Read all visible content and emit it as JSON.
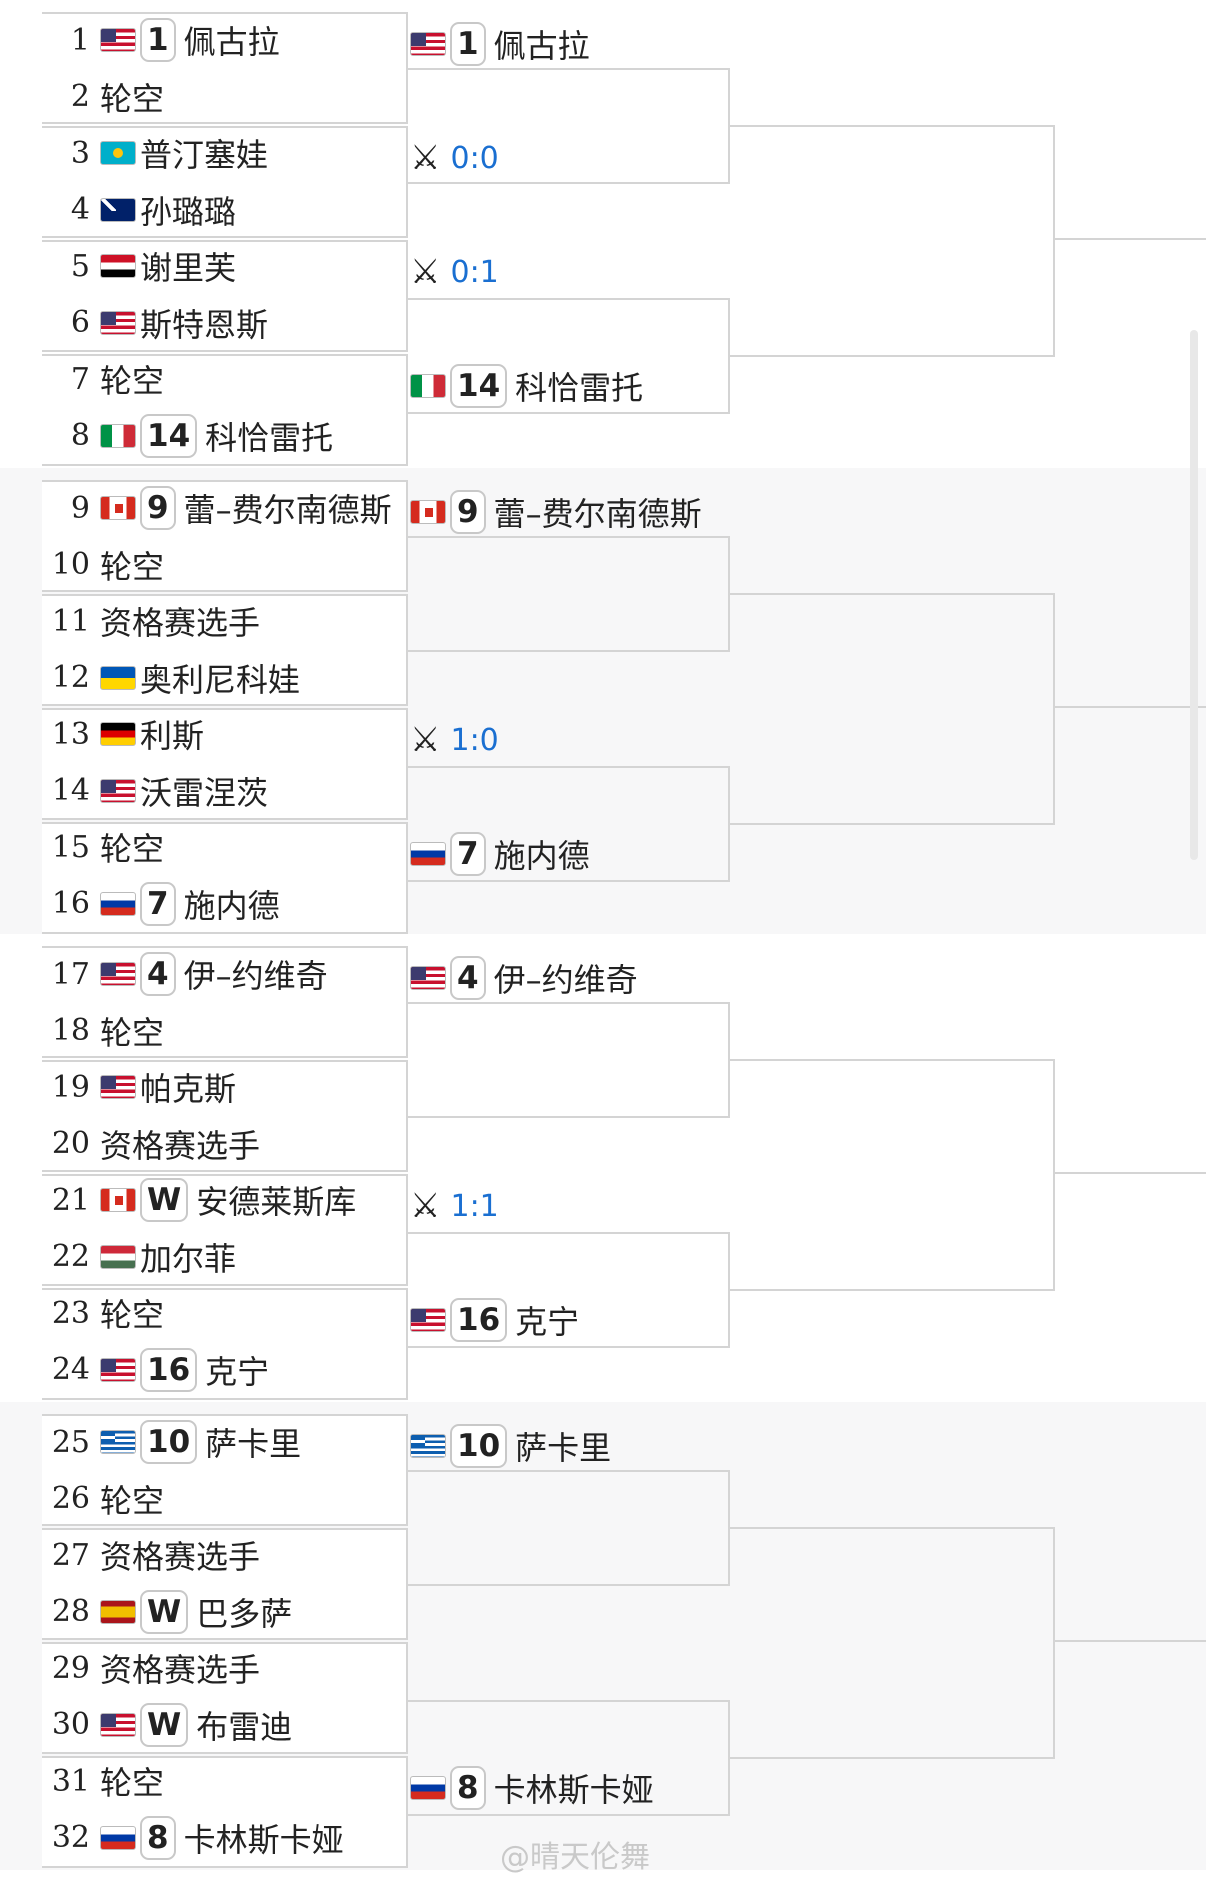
{
  "round1": [
    {
      "num": "1",
      "flag": "us",
      "seed": "1",
      "name": "佩古拉"
    },
    {
      "num": "2",
      "flag": "",
      "seed": "",
      "name": "轮空"
    },
    {
      "num": "3",
      "flag": "kz",
      "seed": "",
      "name": "普汀塞娃"
    },
    {
      "num": "4",
      "flag": "nz",
      "seed": "",
      "name": "孙璐璐"
    },
    {
      "num": "5",
      "flag": "eg",
      "seed": "",
      "name": "谢里芙"
    },
    {
      "num": "6",
      "flag": "us",
      "seed": "",
      "name": "斯特恩斯"
    },
    {
      "num": "7",
      "flag": "",
      "seed": "",
      "name": "轮空"
    },
    {
      "num": "8",
      "flag": "it",
      "seed": "14",
      "name": "科恰雷托"
    },
    {
      "num": "9",
      "flag": "ca",
      "seed": "9",
      "name": "蕾–费尔南德斯"
    },
    {
      "num": "10",
      "flag": "",
      "seed": "",
      "name": "轮空"
    },
    {
      "num": "11",
      "flag": "",
      "seed": "",
      "name": "资格赛选手"
    },
    {
      "num": "12",
      "flag": "ua",
      "seed": "",
      "name": "奥利尼科娃"
    },
    {
      "num": "13",
      "flag": "de",
      "seed": "",
      "name": "利斯"
    },
    {
      "num": "14",
      "flag": "us",
      "seed": "",
      "name": "沃雷涅茨"
    },
    {
      "num": "15",
      "flag": "",
      "seed": "",
      "name": "轮空"
    },
    {
      "num": "16",
      "flag": "ru",
      "seed": "7",
      "name": "施内德"
    },
    {
      "num": "17",
      "flag": "us",
      "seed": "4",
      "name": "伊–约维奇"
    },
    {
      "num": "18",
      "flag": "",
      "seed": "",
      "name": "轮空"
    },
    {
      "num": "19",
      "flag": "us",
      "seed": "",
      "name": "帕克斯"
    },
    {
      "num": "20",
      "flag": "",
      "seed": "",
      "name": "资格赛选手"
    },
    {
      "num": "21",
      "flag": "ca",
      "seed": "W",
      "name": "安德莱斯库"
    },
    {
      "num": "22",
      "flag": "hu",
      "seed": "",
      "name": "加尔菲"
    },
    {
      "num": "23",
      "flag": "",
      "seed": "",
      "name": "轮空"
    },
    {
      "num": "24",
      "flag": "us",
      "seed": "16",
      "name": "克宁"
    },
    {
      "num": "25",
      "flag": "gr",
      "seed": "10",
      "name": "萨卡里"
    },
    {
      "num": "26",
      "flag": "",
      "seed": "",
      "name": "轮空"
    },
    {
      "num": "27",
      "flag": "",
      "seed": "",
      "name": "资格赛选手"
    },
    {
      "num": "28",
      "flag": "es",
      "seed": "W",
      "name": "巴多萨"
    },
    {
      "num": "29",
      "flag": "",
      "seed": "",
      "name": "资格赛选手"
    },
    {
      "num": "30",
      "flag": "us",
      "seed": "W",
      "name": "布雷迪"
    },
    {
      "num": "31",
      "flag": "",
      "seed": "",
      "name": "轮空"
    },
    {
      "num": "32",
      "flag": "ru",
      "seed": "8",
      "name": "卡林斯卡娅"
    }
  ],
  "round2": [
    {
      "type": "player",
      "flag": "us",
      "seed": "1",
      "name": "佩古拉"
    },
    {
      "type": "score",
      "score": "0:0"
    },
    {
      "type": "score",
      "score": "0:1"
    },
    {
      "type": "player",
      "flag": "it",
      "seed": "14",
      "name": "科恰雷托"
    },
    {
      "type": "player",
      "flag": "ca",
      "seed": "9",
      "name": "蕾–费尔南德斯"
    },
    {
      "type": "empty"
    },
    {
      "type": "score",
      "score": "1:0"
    },
    {
      "type": "player",
      "flag": "ru",
      "seed": "7",
      "name": "施内德"
    },
    {
      "type": "player",
      "flag": "us",
      "seed": "4",
      "name": "伊–约维奇"
    },
    {
      "type": "empty"
    },
    {
      "type": "score",
      "score": "1:1"
    },
    {
      "type": "player",
      "flag": "us",
      "seed": "16",
      "name": "克宁"
    },
    {
      "type": "player",
      "flag": "gr",
      "seed": "10",
      "name": "萨卡里"
    },
    {
      "type": "empty"
    },
    {
      "type": "empty"
    },
    {
      "type": "player",
      "flag": "ru",
      "seed": "8",
      "name": "卡林斯卡娅"
    }
  ],
  "watermark": "@晴天伦舞"
}
